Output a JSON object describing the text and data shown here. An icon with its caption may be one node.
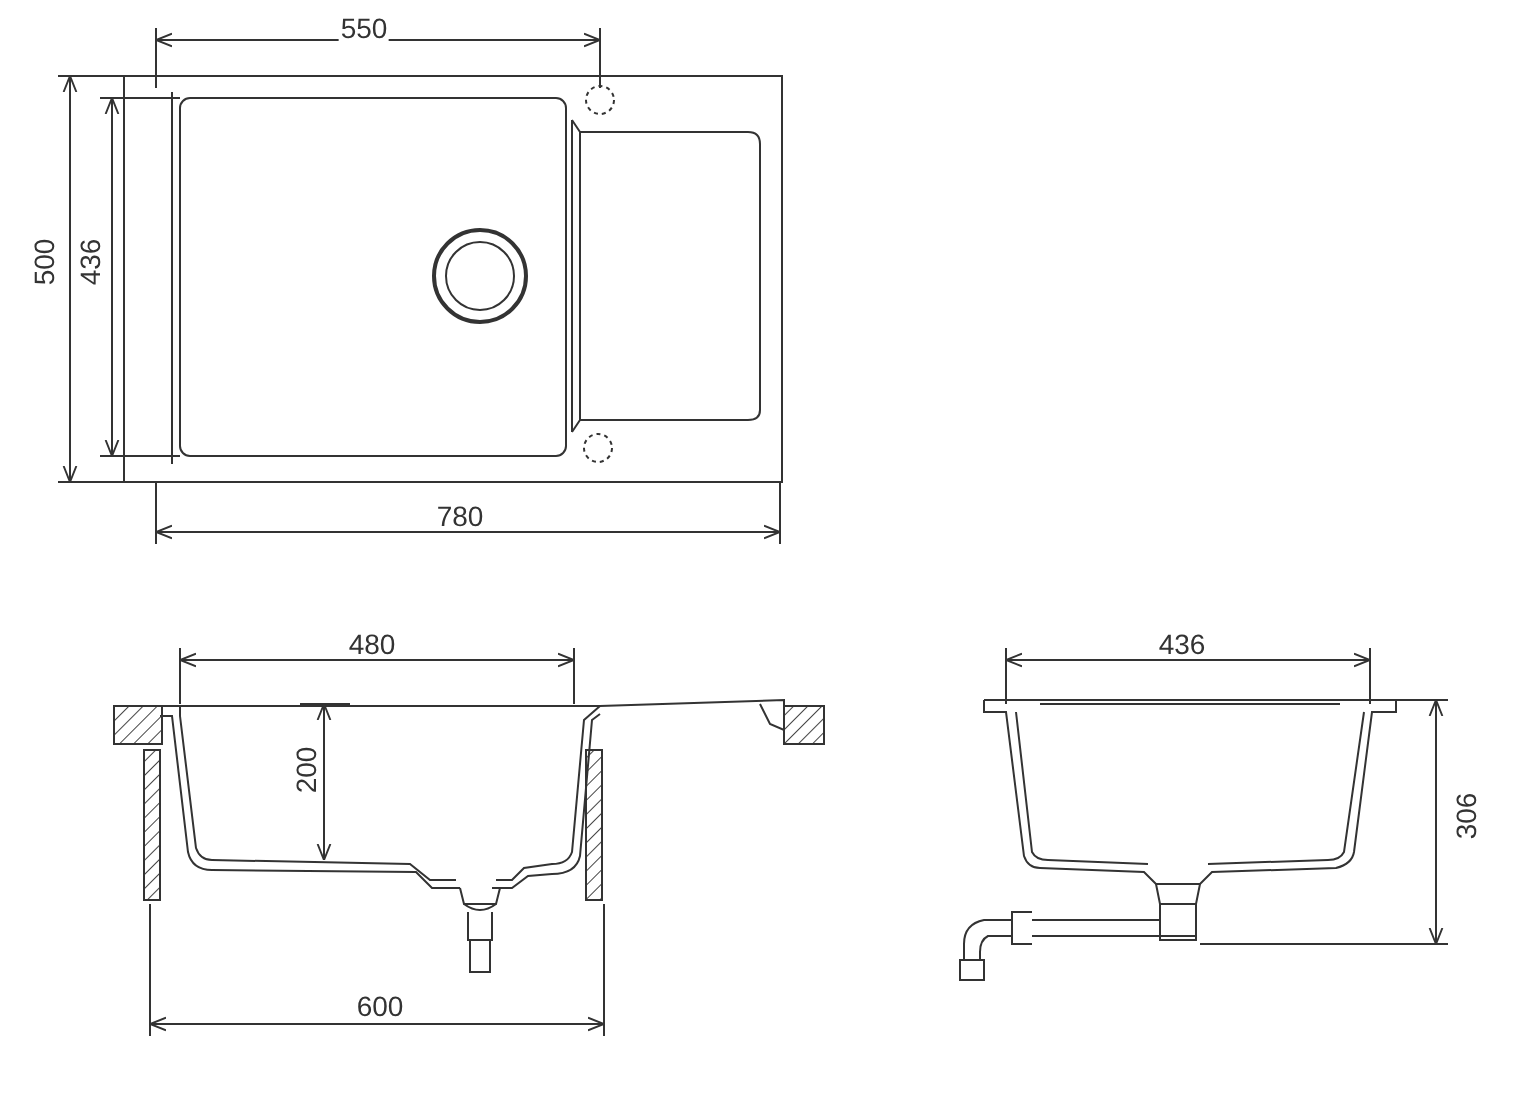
{
  "diagram": {
    "labels": [
      "550",
      "500",
      "436",
      "780",
      "480",
      "436",
      "200",
      "306",
      "600"
    ]
  }
}
